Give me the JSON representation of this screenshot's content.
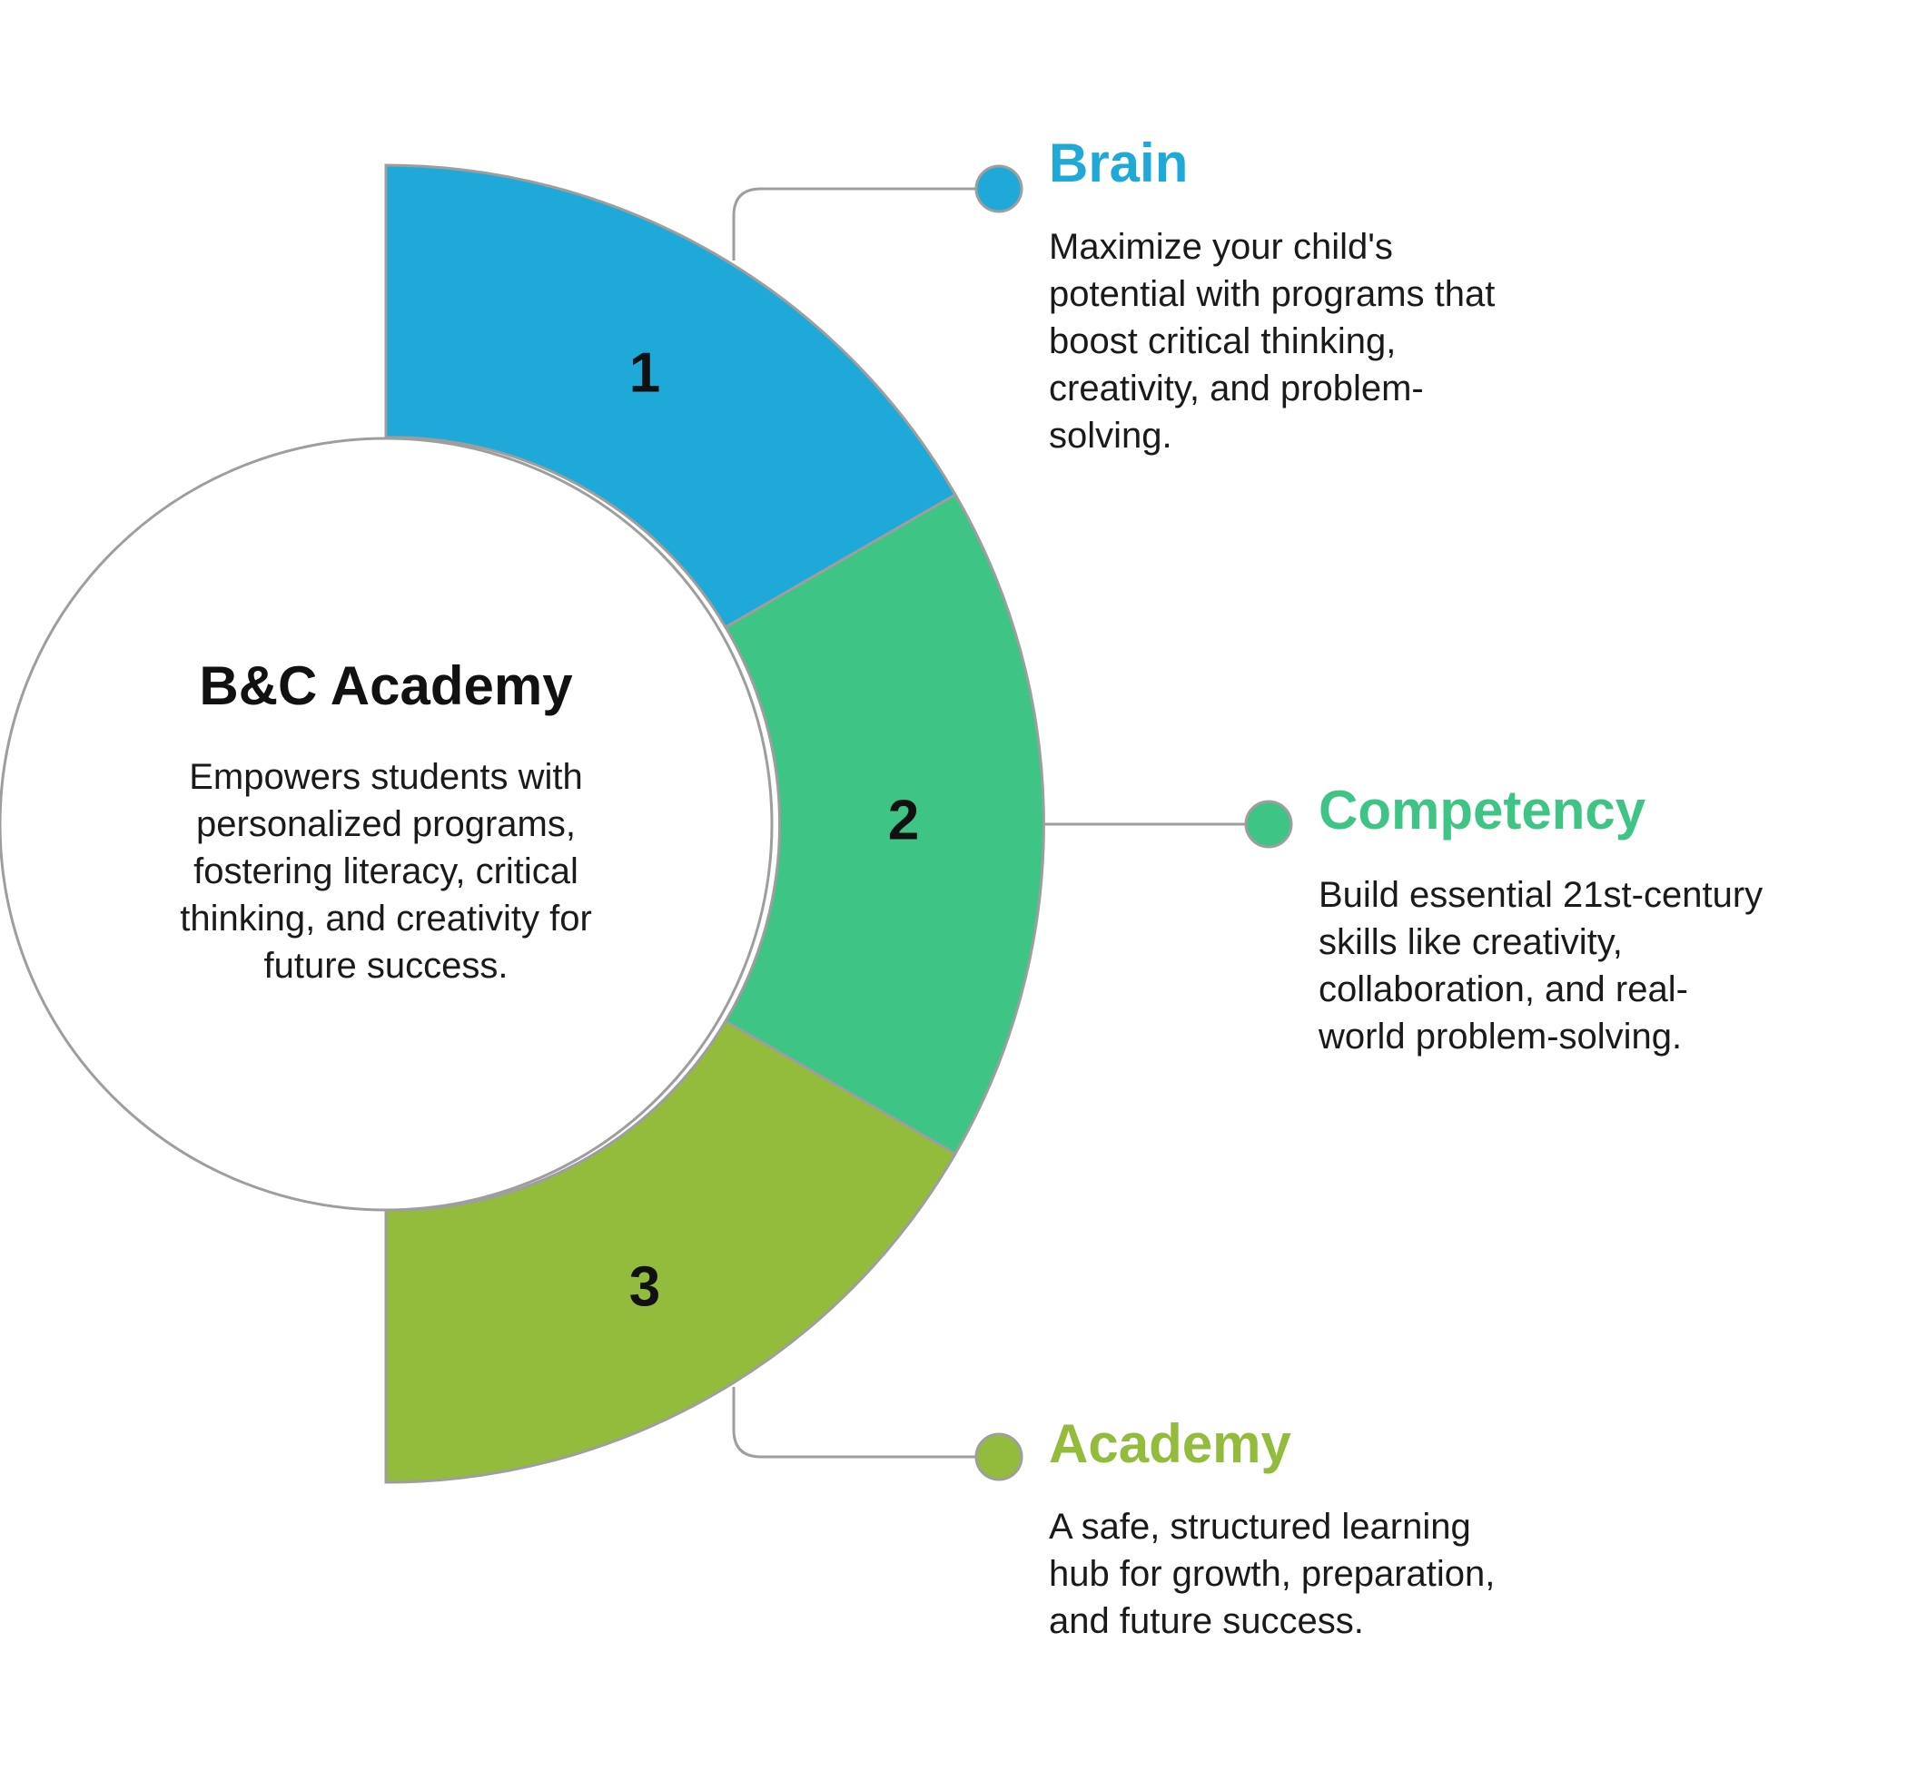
{
  "center": {
    "title": "B&C Academy",
    "description": "Empowers students with personalized programs, fostering literacy, critical thinking, and creativity for future success."
  },
  "segments": [
    {
      "number": "1",
      "color": "#1FA9D9"
    },
    {
      "number": "2",
      "color": "#3EC484"
    },
    {
      "number": "3",
      "color": "#93BC3C"
    }
  ],
  "items": [
    {
      "title": "Brain",
      "color": "#1FA9D9",
      "description": "Maximize your child's potential with programs that boost critical thinking, creativity, and problem-solving."
    },
    {
      "title": "Competency",
      "color": "#3EC484",
      "description": "Build essential 21st-century skills like creativity, collaboration, and real-world problem-solving."
    },
    {
      "title": "Academy",
      "color": "#93BC3C",
      "description": "A safe, structured learning hub for growth, preparation, and future success."
    }
  ],
  "colors": {
    "outline": "#9E9E9E",
    "text": "#111111"
  }
}
